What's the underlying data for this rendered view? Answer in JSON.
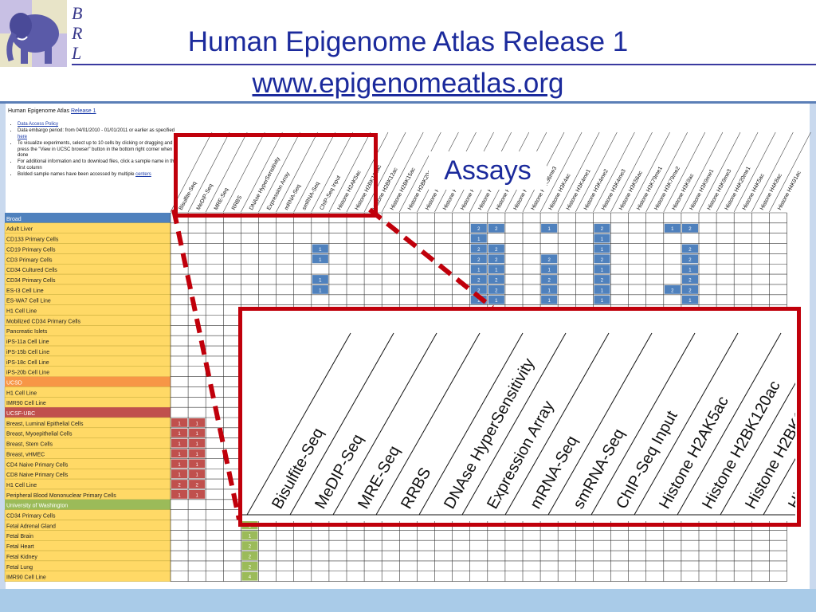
{
  "slide": {
    "logo_letters": [
      "B",
      "R",
      "L"
    ],
    "title": "Human Epigenome Atlas Release 1",
    "url": "www.epigenomeatlas.org",
    "callout_label": "Assays"
  },
  "sheet": {
    "header_text": "Human Epigenome Atlas",
    "header_link": "Release 1",
    "notes": [
      {
        "text": "",
        "link": "Data Access Policy"
      },
      {
        "text": "Data embargo period: from 04/01/2010 - 01/01/2011 or earlier as specified ",
        "link": "here"
      },
      {
        "text": "To visualize experiments, select up to 10 cells by clicking or dragging and press the \"View in UCSC browser\" button in the bottom right corner when done",
        "link": ""
      },
      {
        "text": "For additional information and to download files, click a sample name in the first column",
        "link": ""
      },
      {
        "text": "Bolded sample names have been accessed by multiple ",
        "link": "centers"
      }
    ]
  },
  "assays": [
    "Bisulfite-Seq",
    "MeDIP-Seq",
    "MRE-Seq",
    "RRBS",
    "DNAse HyperSensitivity",
    "Expression Array",
    "mRNA-Seq",
    "smRNA-Seq",
    "ChIP-Seq Input",
    "Histone H2AK5ac",
    "Histone H2BK120ac",
    "Histone H2BK12ac",
    "Histone H2BK15ac",
    "Histone H2BK20ac",
    "Histone H2BK5ac",
    "Histone H3K14ac",
    "Histone H3K18ac",
    "Histone H3K23ac",
    "Histone H3K27ac",
    "Histone H3K27me3",
    "Histone H3K36me3",
    "Histone H3K4ac",
    "Histone H3K4me1",
    "Histone H3K4me2",
    "Histone H3K4me3",
    "Histone H3K56ac",
    "Histone H3K79me1",
    "Histone H3K79me2",
    "Histone H3K9ac",
    "Histone H3K9me1",
    "Histone H3K9me3",
    "Histone H4K20me1",
    "Histone H4K5ac",
    "Histone H4K8ac",
    "Histone H4K91ac"
  ],
  "zoom_assays": [
    "Bisulfite-Seq",
    "MeDIP-Seq",
    "MRE-Seq",
    "RRBS",
    "DNAse HyperSensitivity",
    "Expression Array",
    "mRNA-Seq",
    "smRNA-Seq",
    "ChIP-Seq Input",
    "Histone H2AK5ac",
    "Histone H2BK120ac",
    "Histone H2BK12ac",
    "Histone"
  ],
  "groups": [
    {
      "name": "Broad",
      "color": "#4f81bd",
      "fill": "#4f81bd",
      "samples": [
        "Adult Liver",
        "CD133 Primary Cells",
        "CD19 Primary Cells",
        "CD3 Primary Cells",
        "CD34 Cultured Cells",
        "CD34 Primary Cells",
        "ES-I3 Cell Line",
        "ES-WA7 Cell Line",
        "H1 Cell Line",
        "Mobilized CD34 Primary Cells",
        "Pancreatic Islets",
        "iPS-11a Cell Line",
        "iPS-15b Cell Line",
        "iPS-18c Cell Line",
        "iPS-20b Cell Line"
      ],
      "cells": [
        [
          [
            17,
            "2"
          ],
          [
            18,
            "2"
          ],
          [
            21,
            "1"
          ],
          [
            24,
            "2"
          ],
          [
            28,
            "1"
          ],
          [
            29,
            "2"
          ]
        ],
        [
          [
            17,
            "1"
          ],
          [
            24,
            "1"
          ]
        ],
        [
          [
            8,
            "1"
          ],
          [
            17,
            "2"
          ],
          [
            18,
            "2"
          ],
          [
            24,
            "1"
          ],
          [
            29,
            "2"
          ]
        ],
        [
          [
            8,
            "1"
          ],
          [
            17,
            "2"
          ],
          [
            18,
            "2"
          ],
          [
            21,
            "2"
          ],
          [
            24,
            "2"
          ],
          [
            29,
            "2"
          ]
        ],
        [
          [
            17,
            "1"
          ],
          [
            18,
            "1"
          ],
          [
            21,
            "1"
          ],
          [
            24,
            "1"
          ],
          [
            29,
            "1"
          ]
        ],
        [
          [
            8,
            "1"
          ],
          [
            17,
            "2"
          ],
          [
            18,
            "2"
          ],
          [
            21,
            "2"
          ],
          [
            24,
            "2"
          ],
          [
            29,
            "2"
          ]
        ],
        [
          [
            8,
            "1"
          ],
          [
            17,
            "2"
          ],
          [
            18,
            "2"
          ],
          [
            21,
            "1"
          ],
          [
            24,
            "1"
          ],
          [
            28,
            "2"
          ],
          [
            29,
            "2"
          ]
        ],
        [
          [
            17,
            "1"
          ],
          [
            18,
            "1"
          ],
          [
            21,
            "1"
          ],
          [
            24,
            "1"
          ],
          [
            29,
            "1"
          ]
        ],
        [],
        [],
        [],
        [],
        [],
        [],
        []
      ]
    },
    {
      "name": "UCSD",
      "color": "#f79646",
      "fill": "#f79646",
      "samples": [
        "H1 Cell Line",
        "IMR90 Cell Line"
      ],
      "cells": [
        [],
        []
      ]
    },
    {
      "name": "UCSF-UBC",
      "color": "#c0504d",
      "fill": "#c0504d",
      "samples": [
        "Breast, Luminal Epithelial Cells",
        "Breast, Myoepithelial Cells",
        "Breast, Stem Cells",
        "Breast, vHMEC",
        "CD4 Naive Primary Cells",
        "CD8 Naive Primary Cells",
        "H1 Cell Line",
        "Peripheral Blood Mononuclear Primary Cells"
      ],
      "cells": [
        [
          [
            0,
            "1"
          ],
          [
            1,
            "1"
          ]
        ],
        [
          [
            0,
            "1"
          ],
          [
            1,
            "1"
          ]
        ],
        [
          [
            0,
            "1"
          ],
          [
            1,
            "1"
          ]
        ],
        [
          [
            0,
            "1"
          ],
          [
            1,
            "1"
          ]
        ],
        [
          [
            0,
            "1"
          ],
          [
            1,
            "1"
          ]
        ],
        [
          [
            0,
            "1"
          ],
          [
            1,
            "1"
          ]
        ],
        [
          [
            0,
            "2"
          ],
          [
            1,
            "2"
          ]
        ],
        [
          [
            0,
            "1"
          ],
          [
            1,
            "1"
          ]
        ]
      ]
    },
    {
      "name": "University of Washington",
      "color": "#9bbb59",
      "fill": "#9bbb59",
      "samples": [
        "CD34 Primary Cells",
        "Fetal Adrenal Gland",
        "Fetal Brain",
        "Fetal Heart",
        "Fetal Kidney",
        "Fetal Lung",
        "IMR90 Cell Line"
      ],
      "cells": [
        [
          [
            4,
            "1"
          ]
        ],
        [
          [
            4,
            "1"
          ]
        ],
        [
          [
            4,
            "1"
          ]
        ],
        [
          [
            4,
            "2"
          ]
        ],
        [
          [
            4,
            "2"
          ]
        ],
        [
          [
            4,
            "2"
          ]
        ],
        [
          [
            4,
            "4"
          ]
        ]
      ]
    }
  ],
  "colors": {
    "title": "#1b2a9c",
    "highlight": "#c0000b",
    "sample_cell": "#ffd966",
    "band": "#a9cbe8"
  }
}
